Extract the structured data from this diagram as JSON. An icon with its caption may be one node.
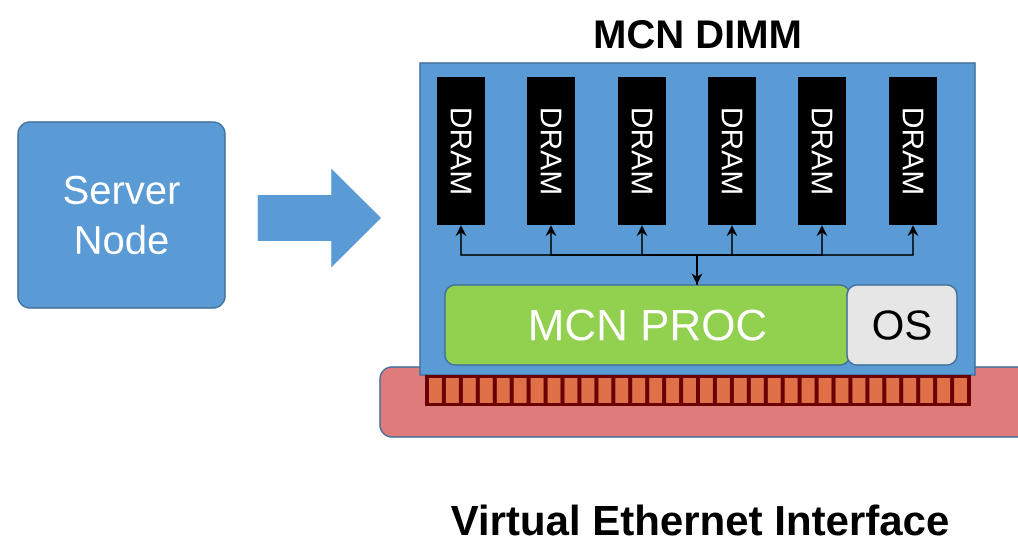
{
  "diagram": {
    "nodes": [
      {
        "text": [
          "Server Node"
        ]
      },
      {
        "text": [
          "MCN DIMM"
        ]
      },
      {
        "text": [
          "DRAM"
        ],
        "in": 1
      },
      {
        "text": [
          "DRAM"
        ],
        "in": 1
      },
      {
        "text": [
          "DRAM"
        ],
        "in": 1
      },
      {
        "text": [
          "DRAM"
        ],
        "in": 1
      },
      {
        "text": [
          "DRAM"
        ],
        "in": 1
      },
      {
        "text": [
          "DRAM"
        ],
        "in": 1
      },
      {
        "text": [
          "MCN PROC"
        ],
        "in": 1
      },
      {
        "text": [
          "OS"
        ],
        "in": 1
      },
      {
        "text": [
          "Virtual Ethernet Interface"
        ]
      }
    ],
    "edges": [
      {
        "from": 0,
        "to": 1,
        "arrow": "to",
        "style": "thick",
        "color": "#5b9bd5"
      },
      {
        "from": 8,
        "to": 2,
        "arrow": "both"
      },
      {
        "from": 8,
        "to": 3,
        "arrow": "both"
      },
      {
        "from": 8,
        "to": 4,
        "arrow": "both"
      },
      {
        "from": 8,
        "to": 5,
        "arrow": "both"
      },
      {
        "from": 8,
        "to": 6,
        "arrow": "both"
      },
      {
        "from": 8,
        "to": 7,
        "arrow": "both"
      }
    ]
  }
}
